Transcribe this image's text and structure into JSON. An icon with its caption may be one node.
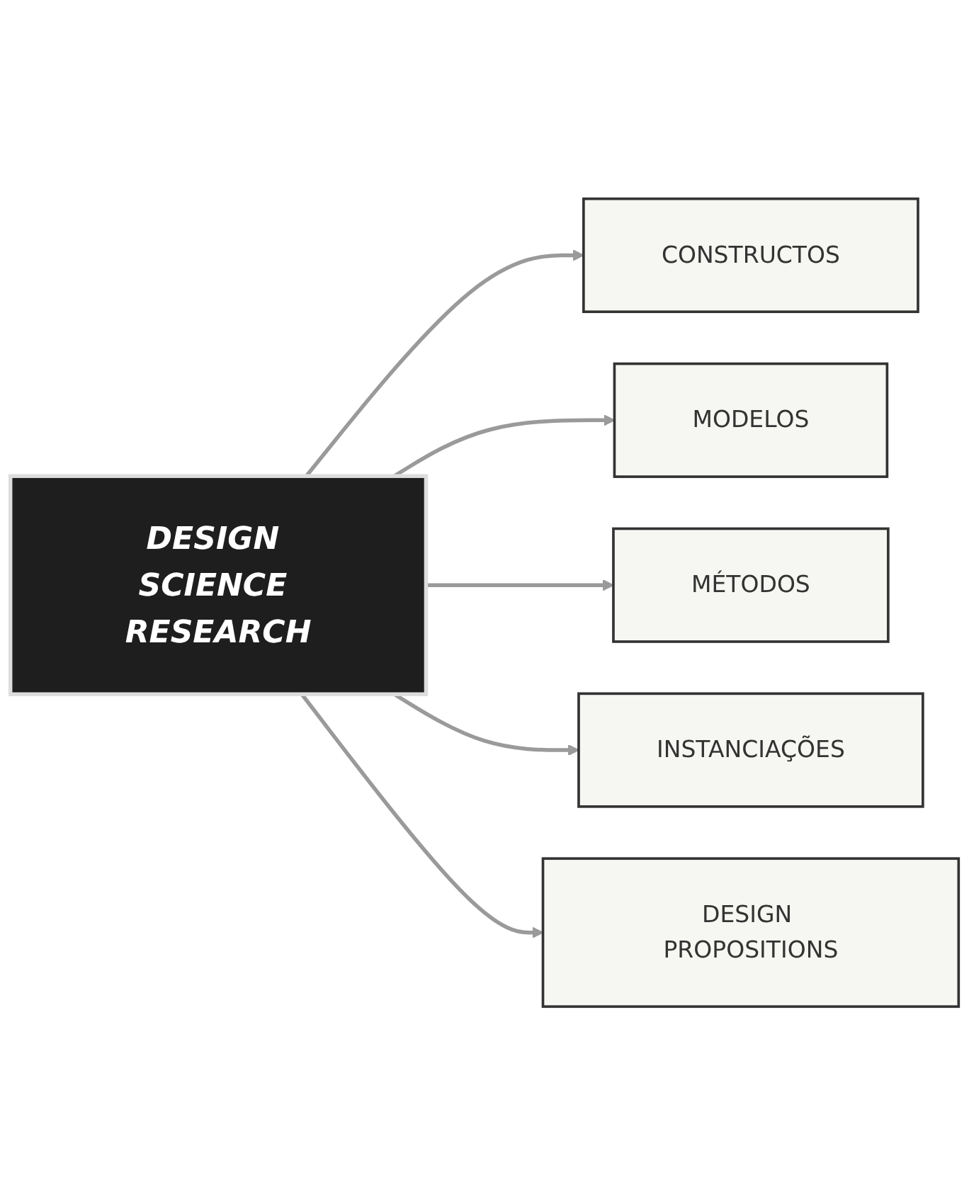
{
  "diagram": {
    "nodes": [
      {
        "text": [
          "CONSTRUCTOS"
        ]
      },
      {
        "text": [
          "MODELOS"
        ]
      },
      {
        "text": [
          "DESIGN SCIENCE RESEARCH"
        ]
      },
      {
        "text": [
          "MÉTODOS"
        ]
      },
      {
        "text": [
          "INSTANCIAÇÕES"
        ]
      },
      {
        "text": [
          "DESIGN PROPOSITIONS"
        ]
      }
    ],
    "edges": [
      {
        "from": 2,
        "to": 0,
        "arrow": "to"
      },
      {
        "from": 2,
        "to": 1,
        "arrow": "to"
      },
      {
        "from": 2,
        "to": 3,
        "arrow": "to"
      },
      {
        "from": 2,
        "to": 4,
        "arrow": "to"
      },
      {
        "from": 2,
        "to": 5,
        "arrow": "to"
      }
    ]
  }
}
